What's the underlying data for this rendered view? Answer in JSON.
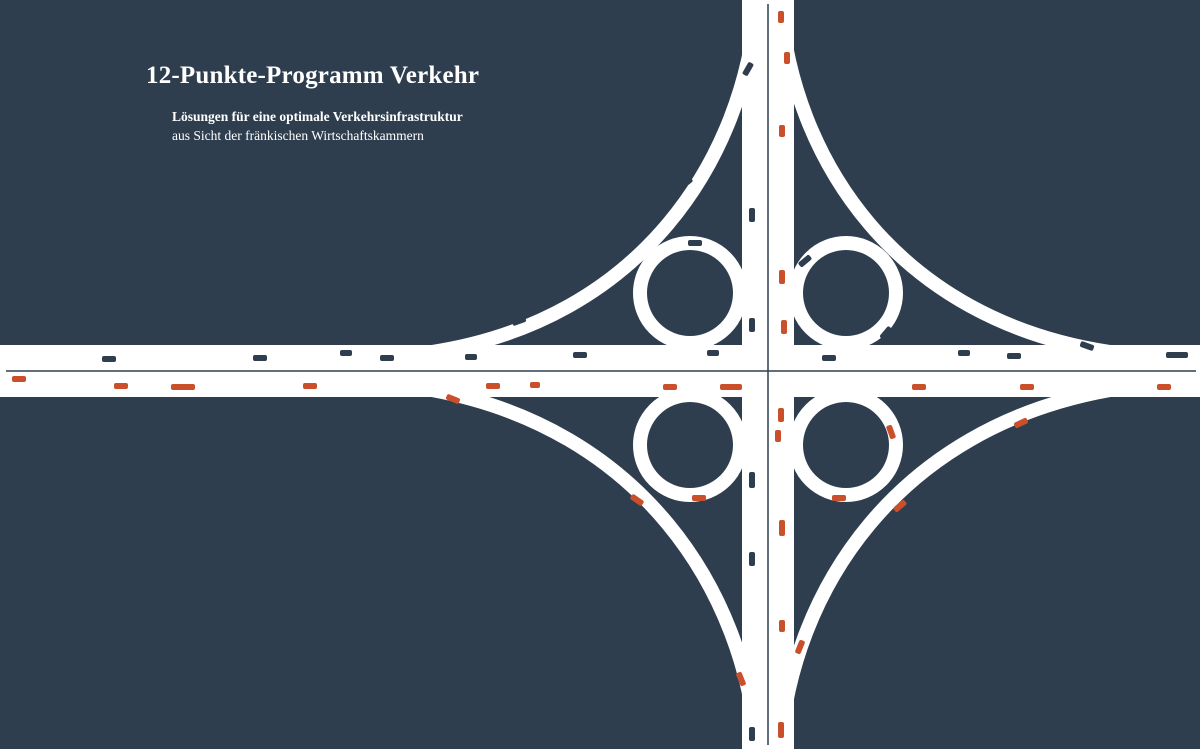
{
  "cover": {
    "title": "12-Punkte-Programm Verkehr",
    "subtitle": "Lösungen für eine optimale Verkehrsinfrastruktur",
    "subtitle_line2": "aus Sicht der fränkischen Wirtschaftskammern"
  },
  "colors": {
    "background": "#2e3e4e",
    "road": "#ffffff",
    "car_dark": "#2e3e4e",
    "car_orange": "#c9502b"
  },
  "illustration": {
    "subject": "cloverleaf-interchange"
  }
}
